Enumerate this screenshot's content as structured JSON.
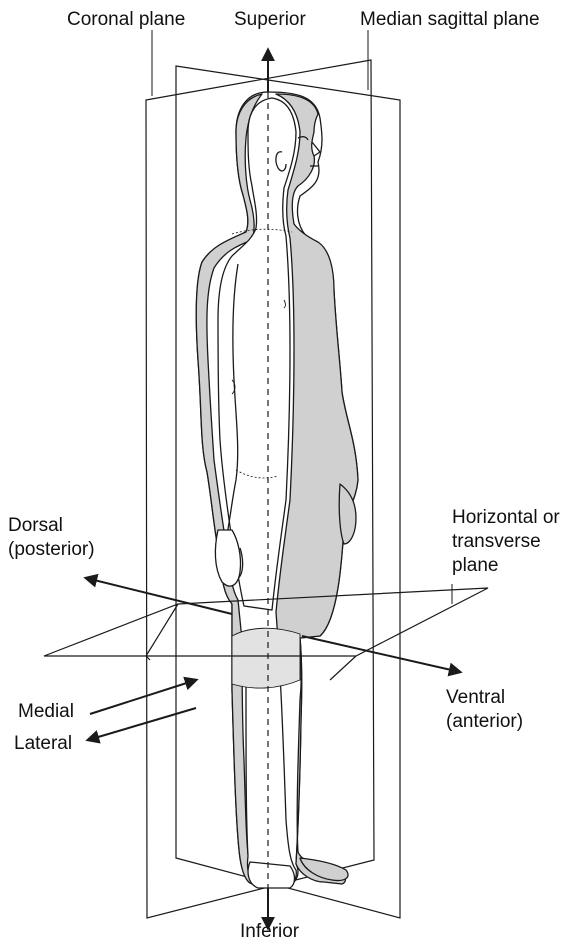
{
  "labels": {
    "coronal_plane": "Coronal plane",
    "superior": "Superior",
    "median_sagittal_plane": "Median sagittal plane",
    "dorsal": "Dorsal\n(posterior)",
    "horizontal_plane": "Horizontal or\ntransverse\nplane",
    "medial": "Medial",
    "lateral": "Lateral",
    "ventral": "Ventral\n(anterior)",
    "inferior": "Inferior"
  },
  "colors": {
    "line": "#1a1a1a",
    "sagittal_fill": "#d0d0d0",
    "slice_fill": "#e2e2e2",
    "body_fill": "#ffffff"
  }
}
